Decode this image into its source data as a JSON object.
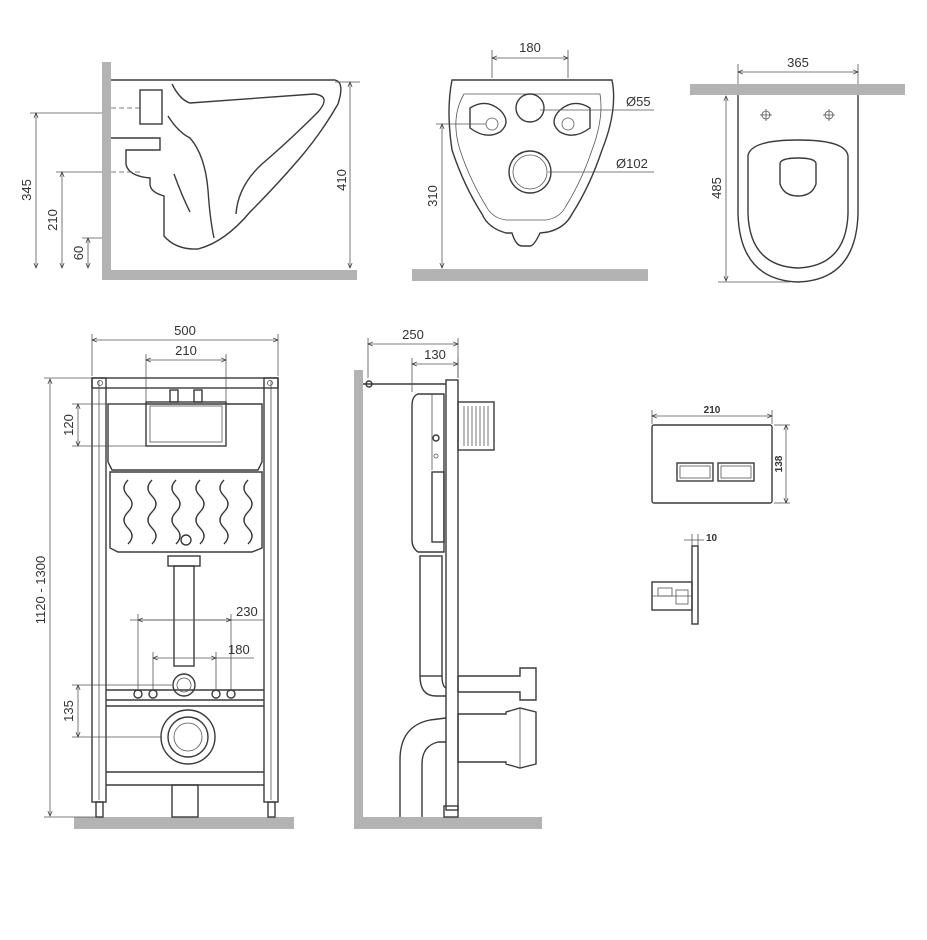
{
  "views": {
    "side": {
      "d1": "345",
      "d2": "210",
      "d3": "60",
      "d4": "410"
    },
    "back": {
      "w": "180",
      "h": "310",
      "hole_small": "Ø55",
      "hole_large": "Ø102"
    },
    "top": {
      "w": "365",
      "l": "485"
    },
    "frame": {
      "width": "500",
      "inner_width": "210",
      "tank_h": "120",
      "height": "1120 - 1300",
      "holes_outer": "230",
      "holes_inner": "180",
      "drain_h": "135"
    },
    "frame_side": {
      "depth": "250",
      "depth_inner": "130"
    },
    "plate": {
      "w": "210",
      "h": "138",
      "depth": "10"
    }
  },
  "colors": {
    "line": "#3a3a3a",
    "ground": "#b3b3b3"
  }
}
